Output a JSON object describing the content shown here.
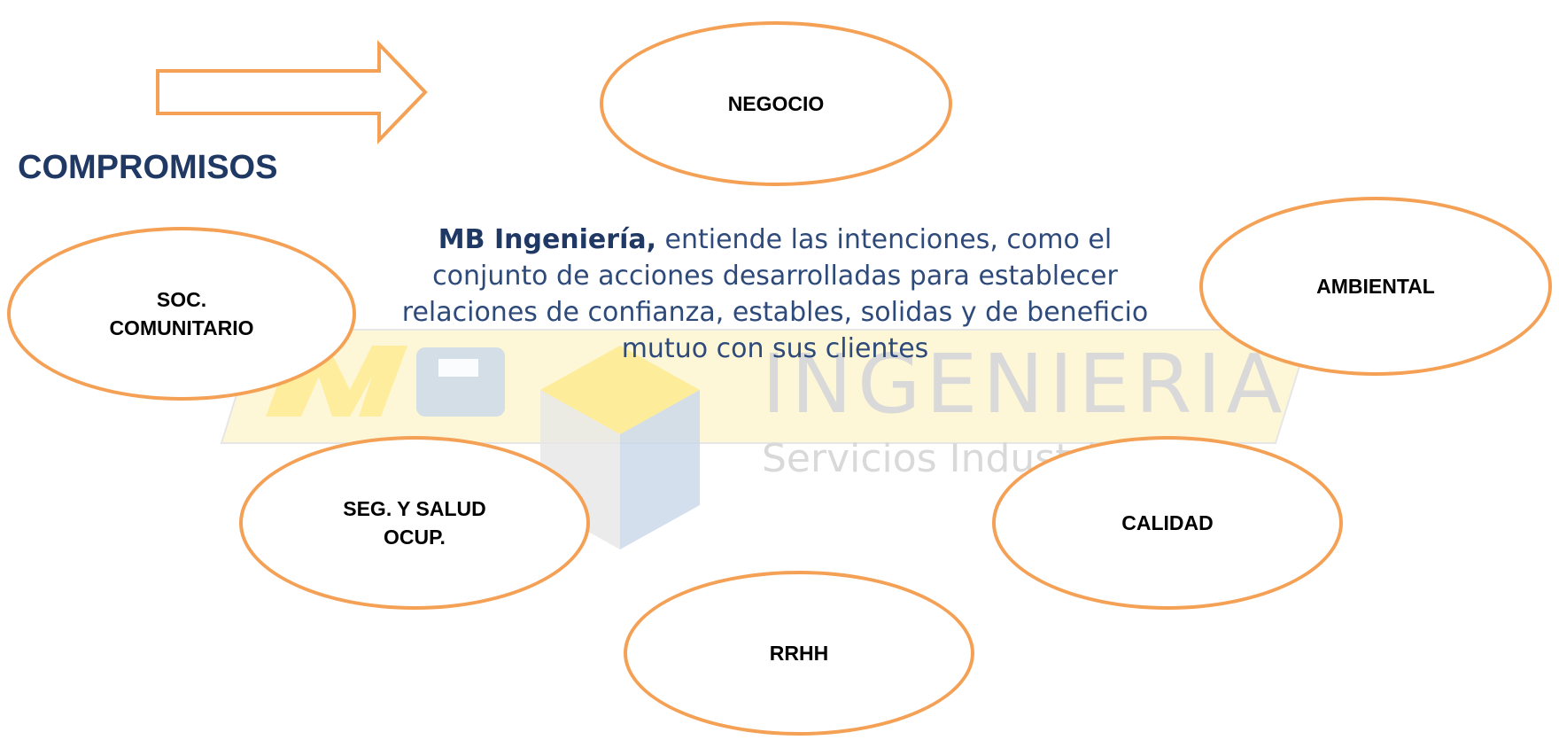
{
  "title": "COMPROMISOS",
  "description": {
    "brand": "MB Ingeniería,",
    "text": " entiende las intenciones, como el conjunto de acciones desarrolladas para establecer relaciones de confianza, estables, solidas y de beneficio mutuo con sus clientes"
  },
  "watermark": {
    "logo_text": "INGENIERIA",
    "subtitle": "Servicios Industriales"
  },
  "nodes": {
    "negocio": "NEGOCIO",
    "soc_comunitario": "SOC.\nCOMUNITARIO",
    "ambiental": "AMBIENTAL",
    "seg_salud": "SEG. Y SALUD\nOCUP.",
    "calidad": "CALIDAD",
    "rrhh": "RRHH"
  },
  "colors": {
    "ellipse_border": "#f4a055",
    "title": "#1f3864",
    "text": "#2e4a7a",
    "watermark_yellow": "#fde98a",
    "watermark_blue": "#c9d7ea"
  }
}
